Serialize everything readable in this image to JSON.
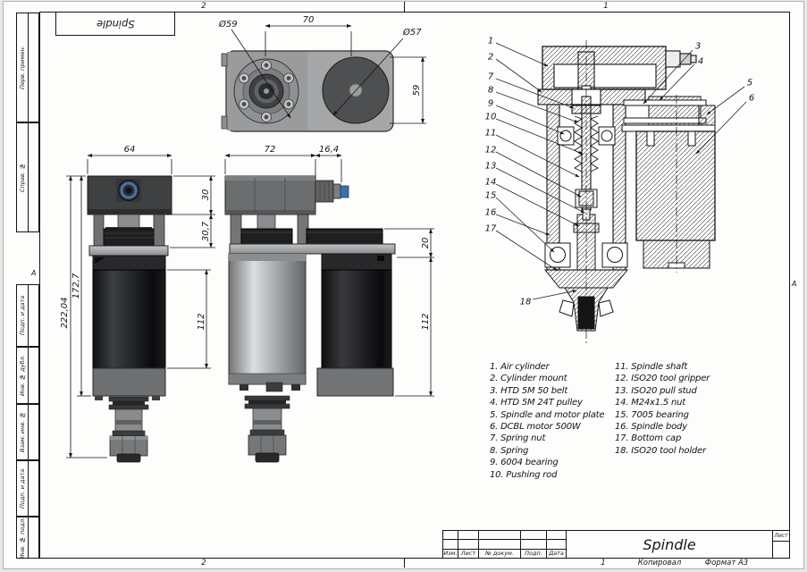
{
  "corner_stamp": {
    "title": "Spindle"
  },
  "zones": {
    "top_2": "2",
    "top_1": "1",
    "bottom_2": "2",
    "bottom_1": "1",
    "left_a": "A",
    "right_a": "A"
  },
  "margin_stamps": [
    "Перв. примен.",
    "Справ. №",
    "Подп. и дата",
    "Инв. № дубл.",
    "Взам. инв. №",
    "Подп. и дата",
    "Инв. № подл."
  ],
  "title_block": {
    "title": "Spindle",
    "col_izm": "Изм.",
    "col_list": "Лист",
    "col_doc": "№ докум.",
    "col_sign": "Подп.",
    "col_date": "Дата",
    "sheet_label": "Лист"
  },
  "footer": {
    "page": "1",
    "copied": "Копировал",
    "format": "Формат A3"
  },
  "dimensions": {
    "top_view": {
      "d59": "Ø59",
      "w70": "70",
      "d57": "Ø57",
      "h59": "59"
    },
    "front_view": {
      "w64": "64",
      "h222": "222,04",
      "h172": "172,7",
      "h30": "30",
      "h307": "30,7",
      "h112": "112"
    },
    "side_view": {
      "w72": "72",
      "w164": "16,4",
      "h20": "20",
      "h112": "112"
    }
  },
  "callouts": [
    "1",
    "2",
    "7",
    "8",
    "9",
    "10",
    "11",
    "12",
    "13",
    "14",
    "15",
    "16",
    "17",
    "18",
    "3",
    "4",
    "5",
    "6"
  ],
  "parts_list": {
    "left": [
      "1. Air cylinder",
      "2. Cylinder mount",
      "3. HTD 5M 50 belt",
      "4. HTD 5M 24T pulley",
      "5. Spindle and motor plate",
      "6. DCBL motor 500W",
      "7. Spring nut",
      "8. Spring",
      "9. 6004 bearing",
      "10. Pushing rod"
    ],
    "right": [
      "11. Spindle shaft",
      "12. ISO20 tool gripper",
      "13. ISO20 pull stud",
      "14. M24x1.5 nut",
      "15. 7005 bearing",
      "16. Spindle body",
      "17. Bottom cap",
      "18. ISO20 tool holder"
    ]
  },
  "colors": {
    "accent_blue": "#3e6dab",
    "line_color": "#141414"
  }
}
